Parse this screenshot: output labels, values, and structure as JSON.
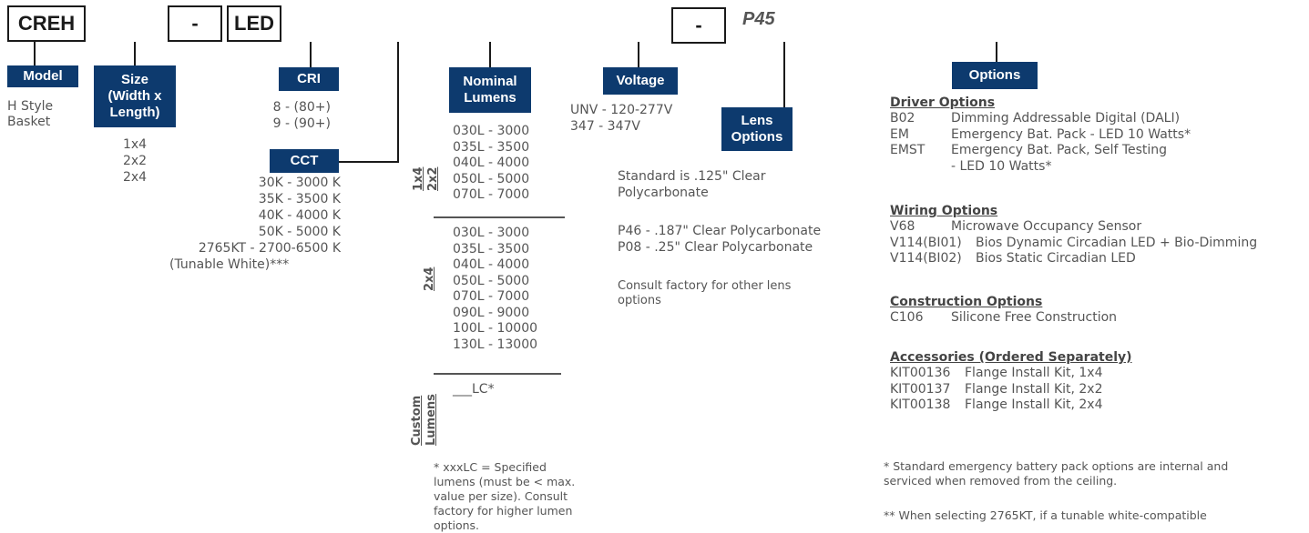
{
  "boxes": {
    "creh": "CREH",
    "dash1": "-",
    "led": "LED",
    "dash2": "-",
    "p45": "P45"
  },
  "headers": {
    "model": "Model",
    "size": "Size\n(Width x\nLength)",
    "cri": "CRI",
    "cct": "CCT",
    "lumens": "Nominal\nLumens",
    "voltage": "Voltage",
    "lens": "Lens\nOptions",
    "options": "Options"
  },
  "model": [
    "H Style",
    "Basket"
  ],
  "size": [
    "1x4",
    "2x2",
    "2x4"
  ],
  "cri": [
    "8 - (80+)",
    "9 - (90+)"
  ],
  "cct": [
    "30K - 3000 K",
    "35K - 3500 K",
    "40K - 4000 K",
    "50K - 5000 K",
    "2765KT - 2700-6500 K",
    "(Tunable White)***"
  ],
  "lumens": {
    "group1_label": "1x4\n2x2",
    "group1": [
      "030L - 3000",
      "035L - 3500",
      "040L - 4000",
      "050L - 5000",
      "070L - 7000"
    ],
    "group2_label": "2x4",
    "group2": [
      "030L - 3000",
      "035L - 3500",
      "040L - 4000",
      "050L - 5000",
      "070L - 7000",
      "090L - 9000",
      "100L - 10000",
      "130L - 13000"
    ],
    "custom_label": "Custom\nLumens",
    "custom": "___LC*",
    "note": "* xxxLC = Specified lumens (must be < max. value per size). Consult factory for higher lumen options."
  },
  "voltage": [
    "UNV - 120-277V",
    "347 - 347V"
  ],
  "lens": {
    "standard": "Standard is .125\" Clear Polycarbonate",
    "p46": "P46 - .187\" Clear Polycarbonate",
    "p08": "P08 - .25\" Clear Polycarbonate",
    "consult": "Consult factory for other lens options"
  },
  "options": {
    "driver_title": "Driver Options",
    "driver": [
      {
        "code": "B02",
        "desc": "Dimming Addressable Digital (DALI)"
      },
      {
        "code": "EM",
        "desc": "Emergency Bat. Pack - LED 10 Watts*"
      },
      {
        "code": "EMST",
        "desc": "Emergency Bat. Pack, Self Testing - LED 10 Watts*"
      }
    ],
    "wiring_title": "Wiring Options",
    "wiring": [
      {
        "code": "V68",
        "desc": "Microwave Occupancy Sensor"
      },
      {
        "code": "V114(BI01)",
        "desc": "Bios Dynamic Circadian LED + Bio-Dimming"
      },
      {
        "code": "V114(BI02)",
        "desc": "Bios Static Circadian LED"
      }
    ],
    "construction_title": "Construction Options",
    "construction": [
      {
        "code": "C106",
        "desc": "Silicone Free Construction"
      }
    ],
    "accessories_title": "Accessories (Ordered Separately)",
    "accessories": [
      {
        "code": "KIT00136",
        "desc": "Flange Install Kit, 1x4"
      },
      {
        "code": "KIT00137",
        "desc": "Flange Install Kit, 2x2"
      },
      {
        "code": "KIT00138",
        "desc": "Flange Install Kit, 2x4"
      }
    ],
    "note1": "* Standard emergency battery pack options are internal and serviced when removed from the ceiling.",
    "note2": "** When selecting 2765KT, if a tunable white-compatible"
  }
}
